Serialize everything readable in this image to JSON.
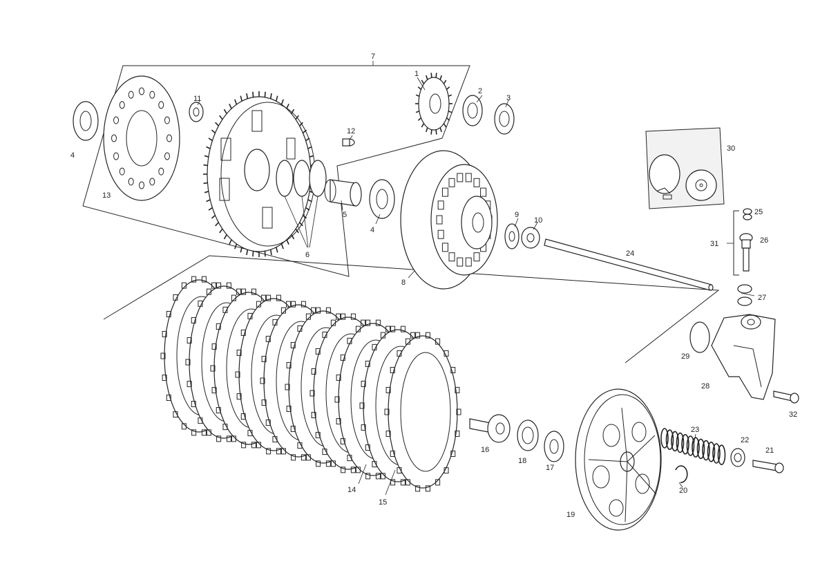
{
  "colors": {
    "line": "#222222",
    "background": "#ffffff",
    "kit_fill": "#f2f2f2"
  },
  "callouts": {
    "c1": "1",
    "c2": "2",
    "c3": "3",
    "c4a": "4",
    "c4b": "4",
    "c5": "5",
    "c6": "6",
    "c7": "7",
    "c8": "8",
    "c9": "9",
    "c10": "10",
    "c11": "11",
    "c12": "12",
    "c13": "13",
    "c14": "14",
    "c15": "15",
    "c16": "16",
    "c17": "17",
    "c18": "18",
    "c19": "19",
    "c20": "20",
    "c21": "21",
    "c22": "22",
    "c23": "23",
    "c24": "24",
    "c25": "25",
    "c26": "26",
    "c27": "27",
    "c28": "28",
    "c29": "29",
    "c30": "30",
    "c31": "31",
    "c32": "32"
  }
}
